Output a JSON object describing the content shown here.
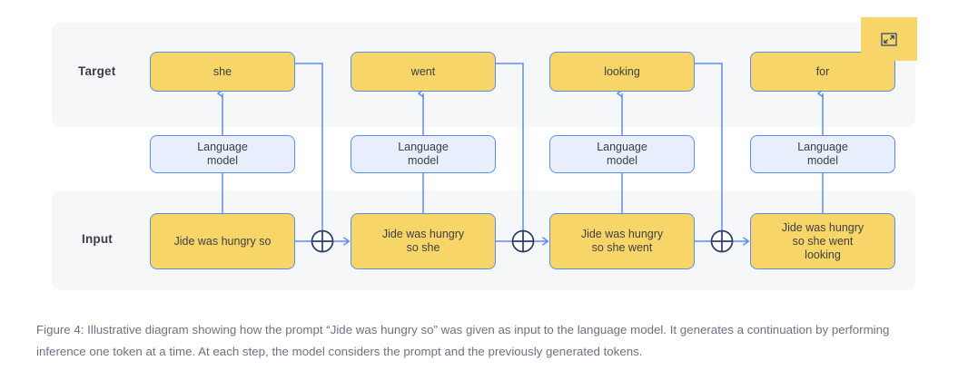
{
  "figure": {
    "caption": "Figure 4: Illustrative diagram showing how the prompt “Jide was hungry so” was given as input to the language model. It generates a continuation by performing inference one token at a time. At each step, the model considers the prompt and the previously generated tokens.",
    "expand_button": {
      "icon": "expand-fullscreen-icon",
      "label": ""
    }
  },
  "diagram": {
    "rows": {
      "target_label": "Target",
      "input_label": "Input",
      "model_label": "Language model"
    },
    "colors": {
      "token_box_fill": "#f8d568",
      "model_box_fill": "#e9eefc",
      "box_border": "#5b8def",
      "band_fill": "#f6f7f9",
      "connector": "#5b8def",
      "adder_stroke": "#2a3a6b",
      "text": "#3c4043",
      "caption_text": "#6b7280"
    },
    "steps": [
      {
        "target": "she",
        "model": "Language\nmodel",
        "model_line1": "Language",
        "model_line2": "model",
        "input": "Jide was hungry so",
        "adder": "plus-circle-icon"
      },
      {
        "target": "went",
        "model": "Language\nmodel",
        "model_line1": "Language",
        "model_line2": "model",
        "input": "Jide was hungry\nso she",
        "adder": "plus-circle-icon"
      },
      {
        "target": "looking",
        "model": "Language\nmodel",
        "model_line1": "Language",
        "model_line2": "model",
        "input": "Jide was hungry\nso she went",
        "adder": "plus-circle-icon"
      },
      {
        "target": "for",
        "model": "Language\nmodel",
        "model_line1": "Language",
        "model_line2": "model",
        "input": "Jide was hungry\nso she went\nlooking",
        "adder": null
      }
    ]
  }
}
